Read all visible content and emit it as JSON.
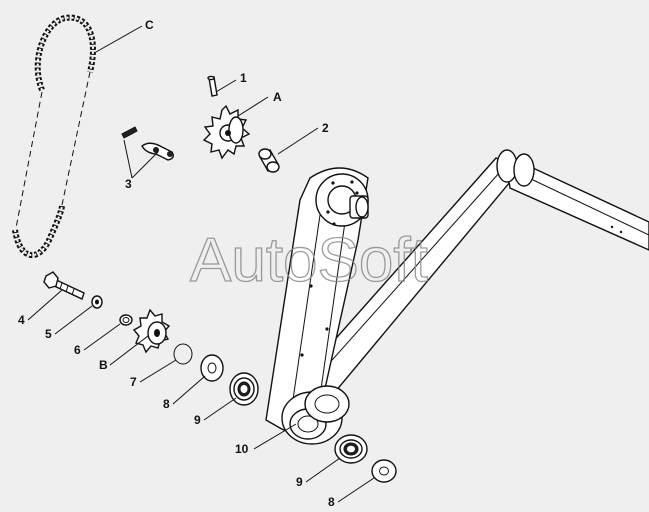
{
  "watermark": "AutoSoft",
  "callouts": {
    "c1": "1",
    "cA": "A",
    "c2": "2",
    "c3": "3",
    "cC": "C",
    "c4": "4",
    "c5": "5",
    "c6": "6",
    "cB": "B",
    "c7": "7",
    "c8a": "8",
    "c9a": "9",
    "c10": "10",
    "c9b": "9",
    "c8b": "8"
  }
}
